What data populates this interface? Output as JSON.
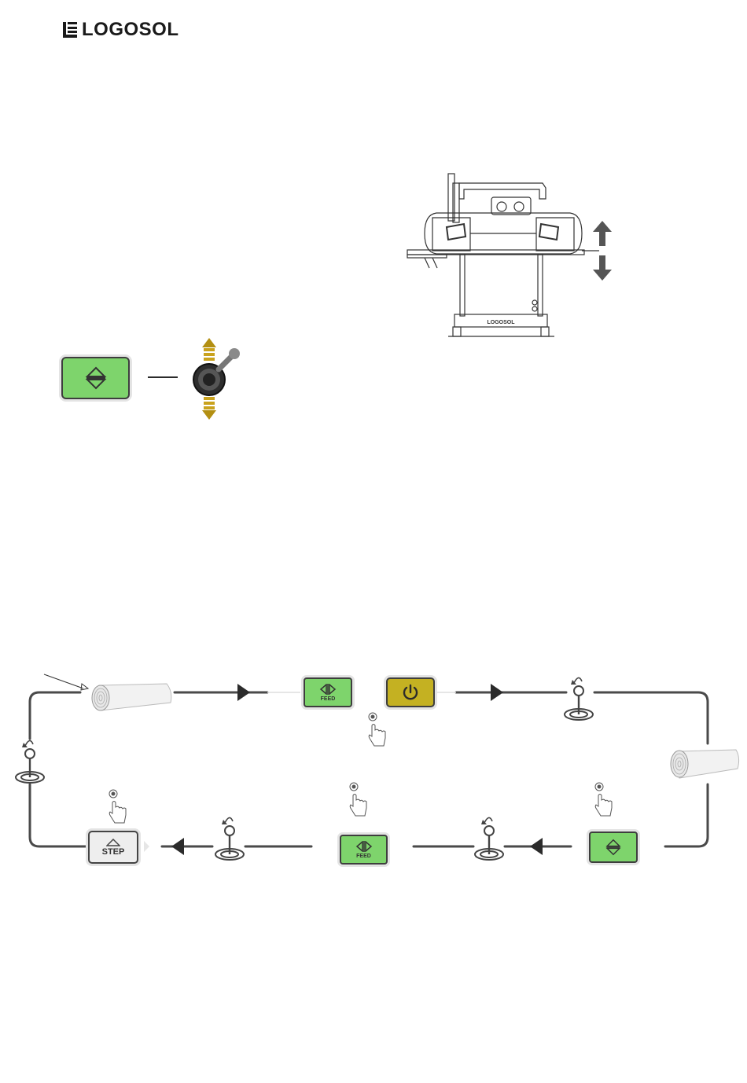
{
  "brand": {
    "logo_text": "LOGOSOL"
  },
  "sawmill_figure": {
    "frame_logo_text": "LOGOSOL"
  },
  "control_panel": {
    "raise_lower_button_icon": "up-down-arrows-icon",
    "joystick_icon": "joystick-icon"
  },
  "flow": {
    "feed_label": "FEED",
    "step_label": "STEP",
    "power_icon": "power-icon",
    "colors": {
      "button_green": "#7ed46c",
      "button_yellow": "#c4b122",
      "button_grey": "#eeeeee",
      "arrow_gold": "#b38f12",
      "line": "#4a4a4a"
    }
  }
}
